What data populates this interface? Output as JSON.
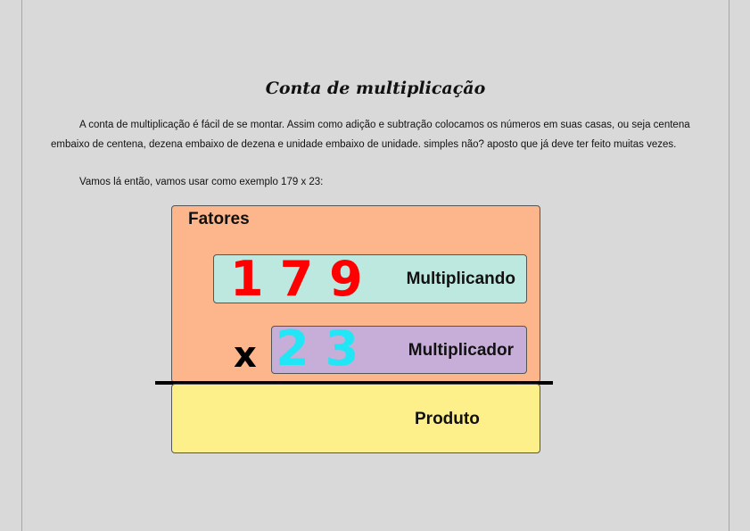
{
  "document": {
    "title": "Conta de multiplicação",
    "paragraph1": "A conta de multiplicação é fácil de se montar. Assim como adição e subtração colocamos os números em suas casas, ou seja centena embaixo de centena, dezena embaixo de dezena e unidade embaixo de unidade. simples não? aposto que já deve ter feito muitas vezes.",
    "paragraph2": "Vamos lá então, vamos usar como exemplo 179 x 23:"
  },
  "diagram": {
    "factors_label": "Fatores",
    "multiplicand_digits": "179",
    "multiplicand_label": "Multiplicando",
    "multiplier_digits": "23",
    "multiplier_label": "Multiplicador",
    "operator": "x",
    "product_label": "Produto",
    "colors": {
      "factors_bg": "#fdb68b",
      "multiplicand_bg": "#bde8df",
      "multiplier_bg": "#c7aed8",
      "product_bg": "#fdf08a",
      "multiplicand_digits": "#ff0000",
      "multiplier_digits": "#22e6f5"
    }
  }
}
